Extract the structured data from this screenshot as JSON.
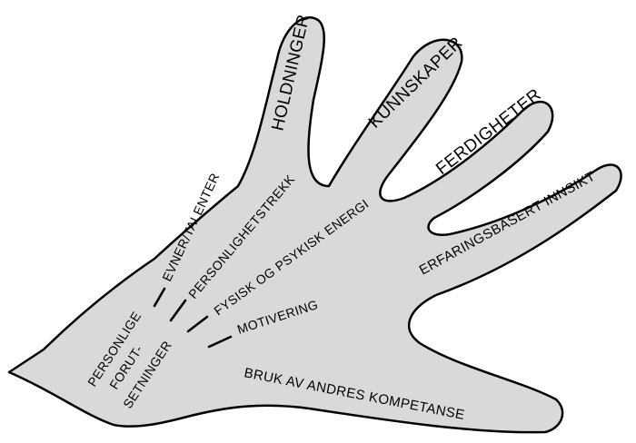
{
  "fingers": {
    "holdninger": "HOLDNINGER",
    "kunnskaper": "KUNNSKAPER",
    "ferdigheter": "FERDIGHETER",
    "erfaringsbasert_innsikt": "ERFARINGSBASERT INNSIKT"
  },
  "thumb": {
    "bruk_av_andres_kompetanse": "BRUK AV ANDRES KOMPETANSE"
  },
  "palm": {
    "evner_talenter": "EVNER/TALENTER",
    "personlighetstrekk": "PERSONLIGHETSTREKK",
    "fysisk_og_psykisk_energi": "FYSISK OG PSYKISK ENERGI",
    "motivering": "MOTIVERING",
    "personlige": "PERSONLIGE",
    "forut": "FORUT-",
    "setninger": "SETNINGER"
  },
  "colors": {
    "hand_fill": "#d9d9d9",
    "outline": "#000000",
    "text": "#000000"
  }
}
